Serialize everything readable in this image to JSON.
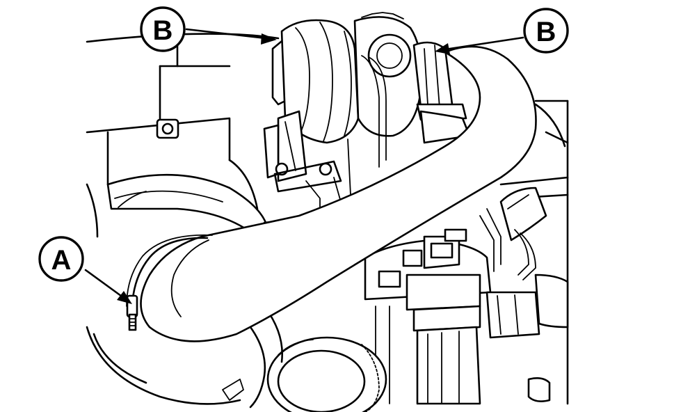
{
  "callouts": [
    {
      "id": "A",
      "letter": "A"
    },
    {
      "id": "B-left",
      "letter": "B"
    },
    {
      "id": "B-right",
      "letter": "B"
    }
  ]
}
